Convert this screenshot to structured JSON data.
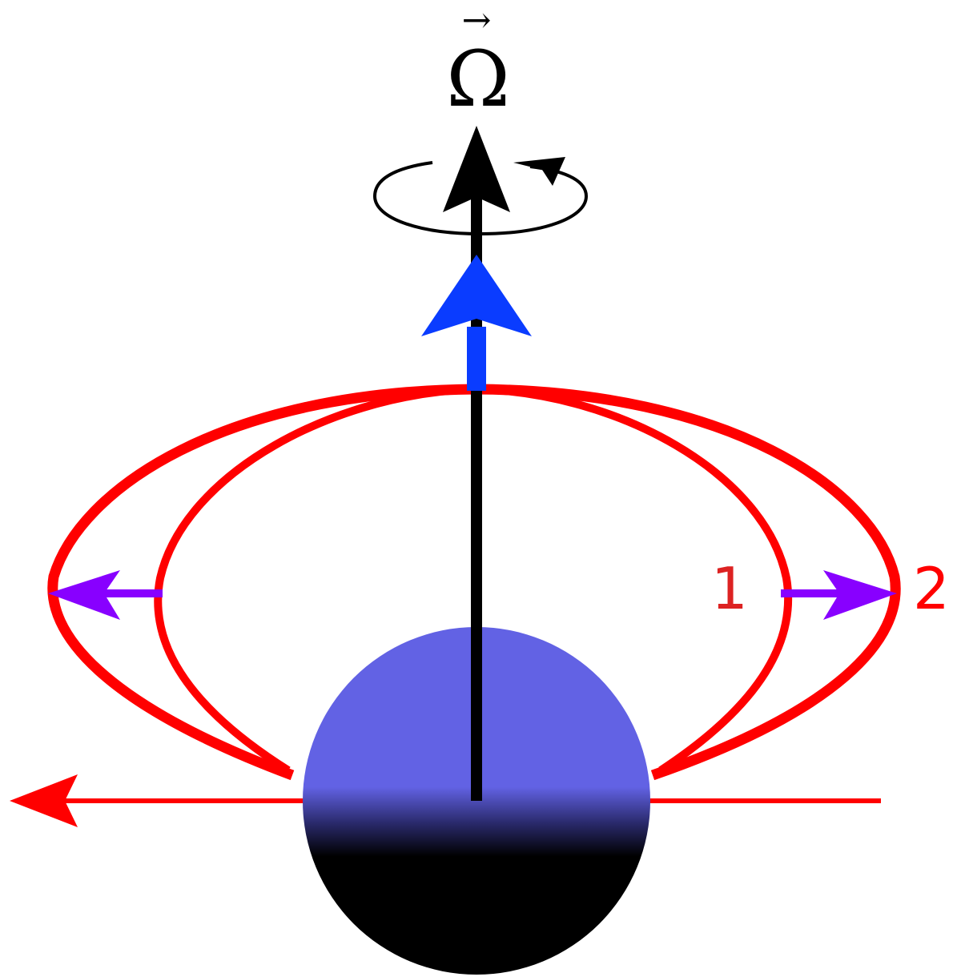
{
  "axis": {
    "symbol": "Ω",
    "vector_marker": "→"
  },
  "loops": {
    "inner_label": "1",
    "outer_label": "2"
  },
  "colors": {
    "field_lines": "#ff0000",
    "loop_labels": "#dd2222",
    "expansion_arrows": "#8800ff",
    "axial_arrow": "#0a3cff",
    "rotation_axis": "#000000",
    "star_top": "#6262e4",
    "star_bottom": "#000000"
  },
  "icons": {
    "rotation": "rotation-arrow-icon",
    "expansion": "arrow-icon"
  }
}
